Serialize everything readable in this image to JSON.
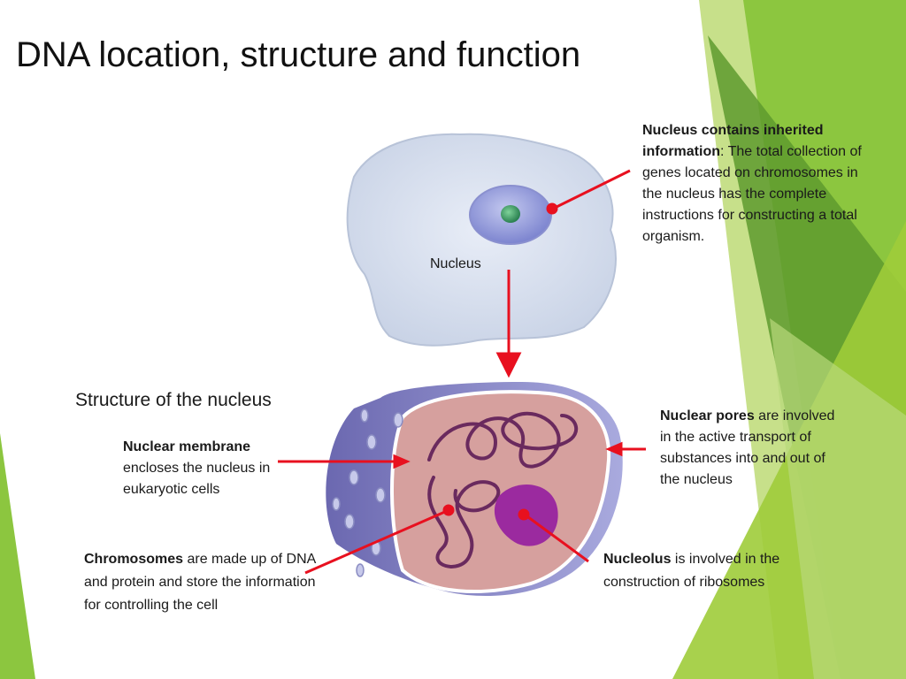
{
  "title": "DNA location, structure and function",
  "nucleus_label": "Nucleus",
  "structure_title": "Structure of the nucleus",
  "annotations": {
    "nucleus": {
      "bold": "Nucleus contains inherited information",
      "rest": ": The total collection of genes located on chromosomes in the nucleus has the complete instructions for constructing a total organism."
    },
    "membrane": {
      "bold": "Nuclear membrane",
      "rest": " encloses the nucleus in eukaryotic cells"
    },
    "chromosomes": {
      "bold": "Chromosomes",
      "rest": " are made up of DNA and protein and store the information for controlling the cell"
    },
    "pores": {
      "bold": "Nuclear pores",
      "rest": " are involved in the active transport of substances into and out of the nucleus"
    },
    "nucleolus": {
      "bold": "Nucleolus",
      "rest": " is involved in the construction of ribosomes"
    }
  },
  "colors": {
    "arrow": "#e8101f",
    "accent_green": "#8cc63f",
    "dark_green": "#5a8f2a",
    "nucleolus": "#9b2a9f",
    "chromatin": "#6a2a5e"
  }
}
